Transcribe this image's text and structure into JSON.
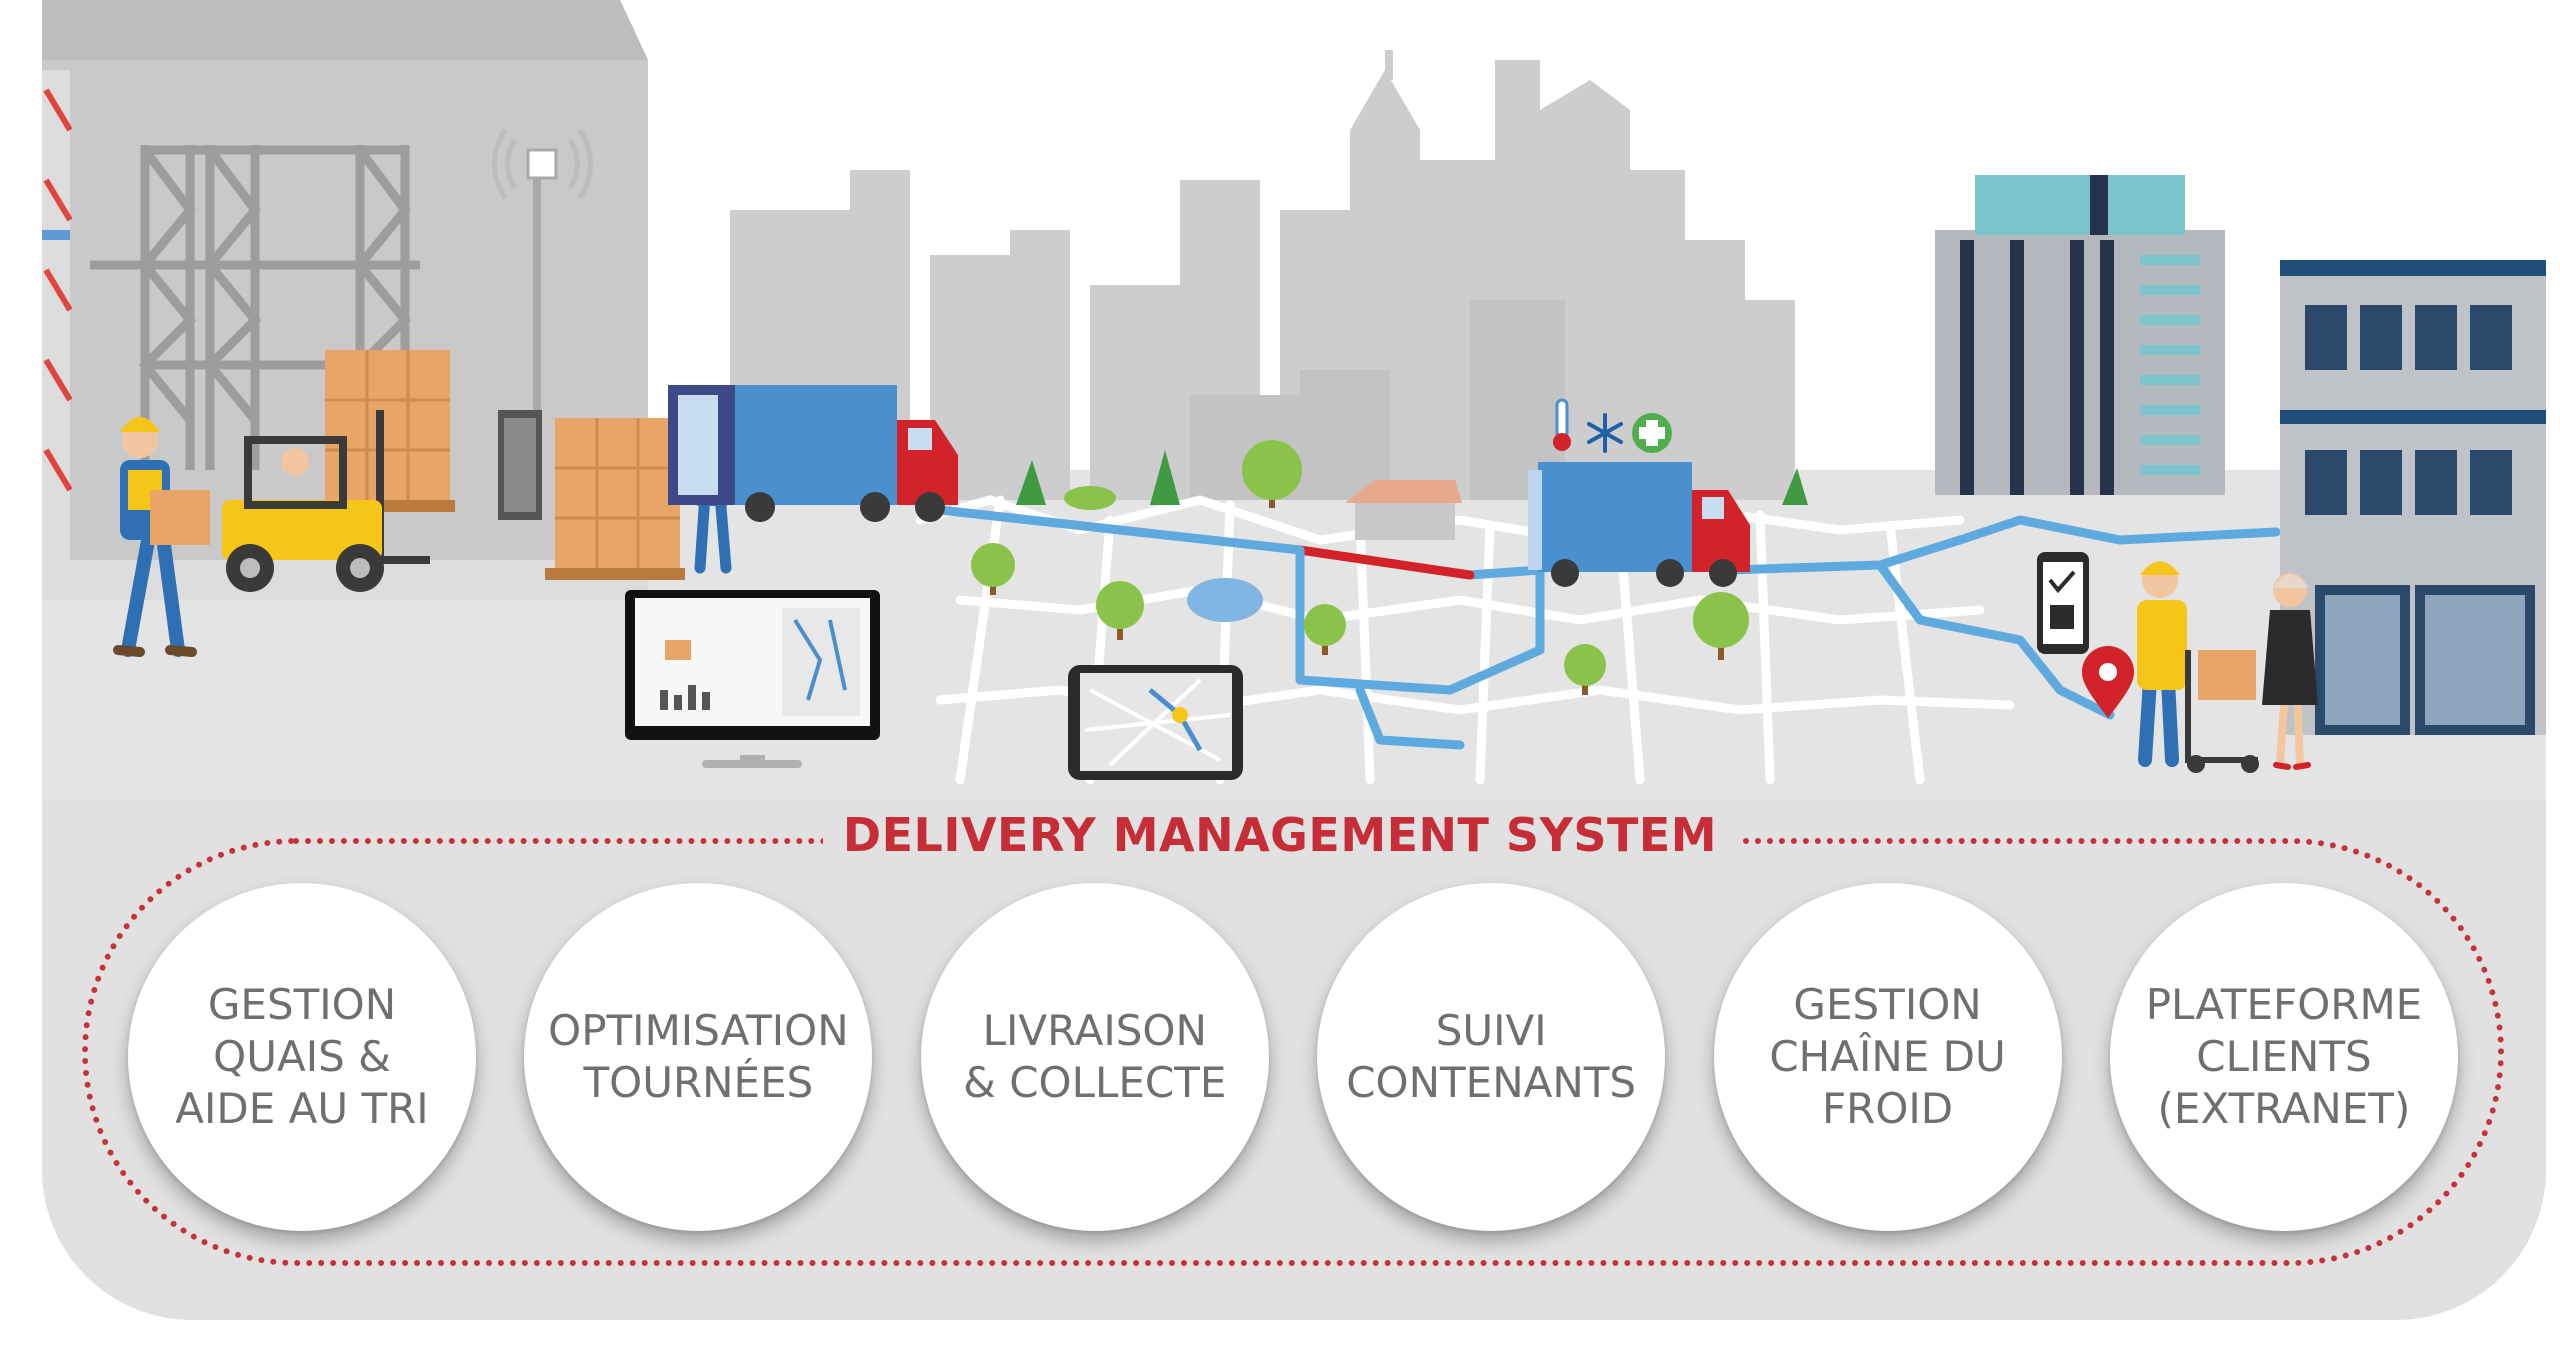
{
  "diagram": {
    "title": "DELIVERY MANAGEMENT SYSTEM",
    "modules": [
      {
        "label": "GESTION\nQUAIS &\nAIDE AU TRI"
      },
      {
        "label": "OPTIMISATION\nTOURNÉES"
      },
      {
        "label": "LIVRAISON\n& COLLECTE"
      },
      {
        "label": "SUIVI\nCONTENANTS"
      },
      {
        "label": "GESTION\nCHAÎNE DU\nFROID"
      },
      {
        "label": "PLATEFORME\nCLIENTS\n(EXTRANET)"
      }
    ],
    "colors": {
      "accent_red": "#c62d36",
      "route_blue": "#5ea9de",
      "truck_blue": "#4a90cf",
      "skyline_gray": "#cbcbcb",
      "ground_gray": "#e4e4e4",
      "panel_gray": "#e1e1e1",
      "tree_green": "#8bc34a",
      "box_orange": "#e9a565",
      "worker_yellow": "#f5c518"
    },
    "illustration": {
      "scene_items": [
        "warehouse-icon",
        "rack-icon",
        "wifi-antenna-icon",
        "worker-carrying-box-icon",
        "forklift-icon",
        "pallet-boxes-icon",
        "handheld-scanner-worker-icon",
        "delivery-truck-icon",
        "refrigerated-truck-icon",
        "thermometer-icon",
        "snowflake-icon",
        "pharmacy-cross-icon",
        "city-skyline-icon",
        "tree-icon",
        "route-line-icon",
        "monitor-dashboard-icon",
        "tablet-map-icon",
        "smartphone-proof-of-delivery-icon",
        "map-pin-icon",
        "courier-icon",
        "customer-icon",
        "office-building-icon",
        "storefront-building-icon"
      ]
    }
  }
}
